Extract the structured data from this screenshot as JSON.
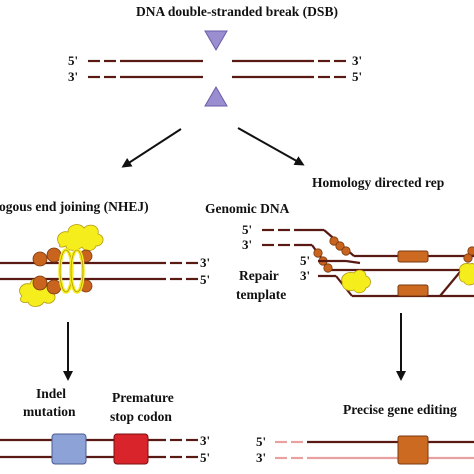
{
  "title": "DNA double-stranded break (DSB)",
  "strand_labels": {
    "five": "5'",
    "three": "3'"
  },
  "branches": {
    "left_title": "ogous end joining (NHEJ)",
    "right_title": "Homology directed rep"
  },
  "hdr": {
    "genomic_dna": "Genomic DNA",
    "repair": "Repair",
    "template": "template"
  },
  "outcomes": {
    "indel_line1": "Indel",
    "indel_line2": "mutation",
    "premature_line1": "Premature",
    "premature_line2": "stop codon",
    "precise": "Precise gene editing"
  },
  "colors": {
    "dna": "#5a1a14",
    "dna_light": "#e8a0a0",
    "cas_wedge": "#9a8ed0",
    "protein_orange": "#c8641e",
    "protein_yellow": "#f6ee1c",
    "indel_box": "#8da3d8",
    "stop_box": "#d8242a",
    "edit_box": "#cc6a22"
  }
}
